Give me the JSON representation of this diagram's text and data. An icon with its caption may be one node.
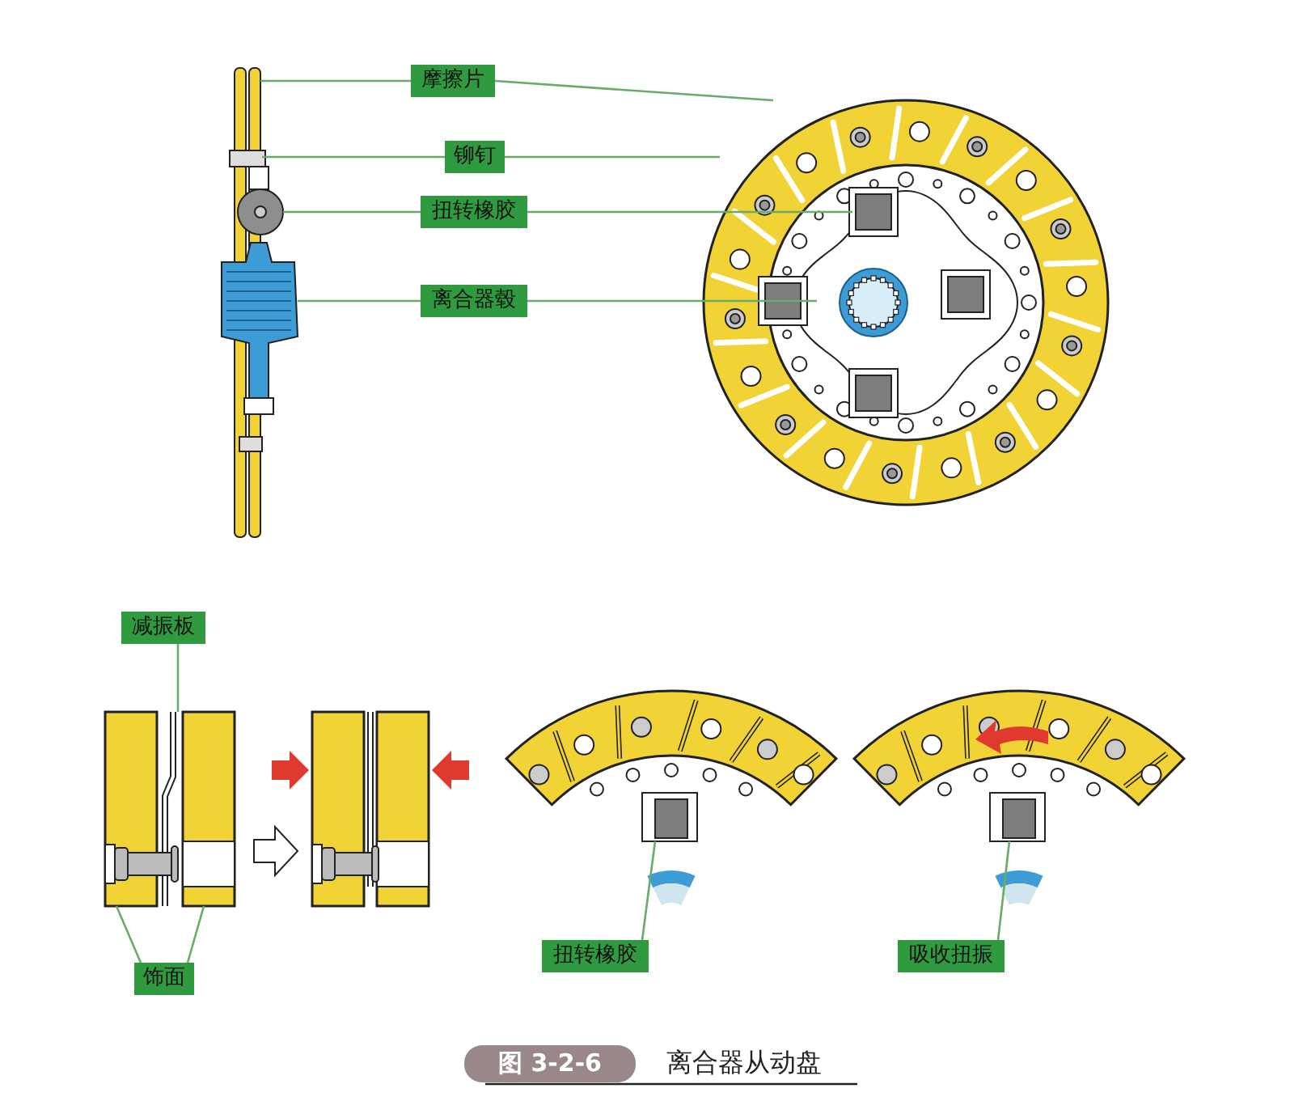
{
  "diagram": {
    "caption": "离合器从动盘",
    "nodes": [
      {
        "text": [
          "摩擦片"
        ]
      },
      {
        "text": [
          "铆钉"
        ]
      },
      {
        "text": [
          "扭转橡胶"
        ]
      },
      {
        "text": [
          "离合器毂"
        ]
      },
      {
        "text": [
          "减振板"
        ]
      },
      {
        "text": [
          "饰面"
        ]
      },
      {
        "text": [
          "扭转橡胶"
        ]
      },
      {
        "text": [
          "吸收扭振"
        ]
      },
      {
        "text": [],
        "shape": "picture"
      },
      {
        "text": [],
        "shape": "picture"
      },
      {
        "text": [],
        "shape": "picture"
      },
      {
        "text": [],
        "shape": "picture"
      },
      {
        "text": [],
        "shape": "picture"
      }
    ],
    "edges": [
      {
        "from": 0,
        "to": 8,
        "arrow": "none"
      },
      {
        "from": 0,
        "to": 9,
        "arrow": "none"
      },
      {
        "from": 1,
        "to": 8,
        "arrow": "none"
      },
      {
        "from": 1,
        "to": 9,
        "arrow": "none"
      },
      {
        "from": 2,
        "to": 8,
        "arrow": "none"
      },
      {
        "from": 2,
        "to": 9,
        "arrow": "none"
      },
      {
        "from": 3,
        "to": 8,
        "arrow": "none"
      },
      {
        "from": 3,
        "to": 9,
        "arrow": "none"
      },
      {
        "from": 4,
        "to": 10,
        "arrow": "none"
      },
      {
        "from": 5,
        "to": 10,
        "arrow": "none"
      },
      {
        "from": 5,
        "to": 10,
        "arrow": "none"
      },
      {
        "from": 6,
        "to": 11,
        "arrow": "none"
      },
      {
        "from": 7,
        "to": 12,
        "arrow": "none"
      }
    ],
    "labels": [
      "图 3-2-6"
    ]
  }
}
